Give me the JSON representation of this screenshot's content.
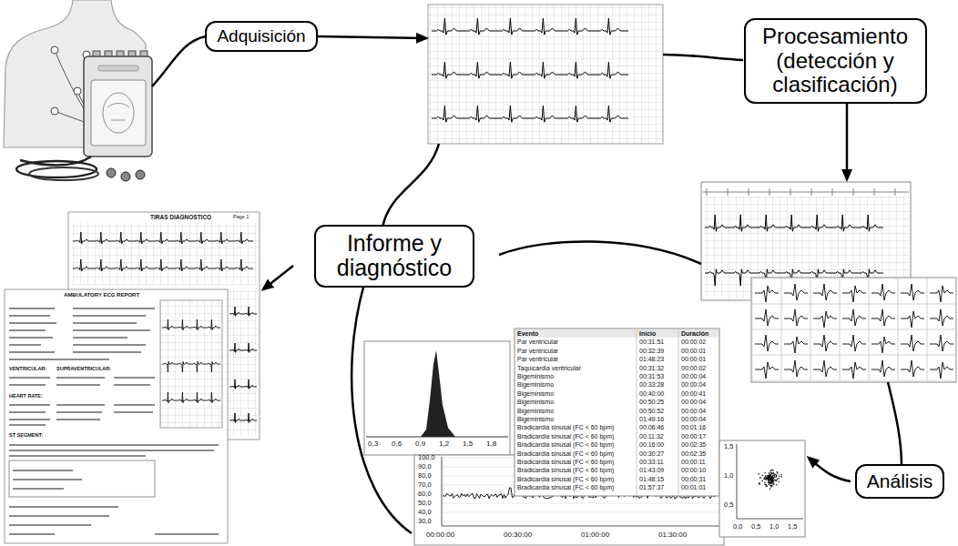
{
  "diagram": {
    "nodes": [
      {
        "text": [
          "Adquisición"
        ]
      },
      {
        "text": [
          "Procesamiento (detección y clasificación)"
        ]
      },
      {
        "text": [
          "Informe y diagnóstico"
        ]
      },
      {
        "text": [
          "Análisis"
        ]
      }
    ],
    "labels": [
      "TIRAS DIAGNOSTICO",
      "Page 1",
      "AMBULATORY ECG REPORT",
      "VENTRICULAR:",
      "SUPRAVENTRICULAR:",
      "HEART RATE:",
      "ST SEGMENT:",
      "0,3",
      "0,6",
      "0,9",
      "1,2",
      "1,5",
      "1,8",
      "Evento",
      "Inicio",
      "Duración",
      "Par ventricular",
      "00:31:51",
      "00:00:02",
      "Par ventricular",
      "00:32:39",
      "00:00:01",
      "Par ventricular",
      "01:48:23",
      "00:00:01",
      "Taquicardia ventricular",
      "00:31:32",
      "00:00:02",
      "Bigeminismo",
      "00:31:53",
      "00:00:04",
      "Bigeminismo",
      "00:33:28",
      "00:00:04",
      "Bigeminismo",
      "00:40:00",
      "00:00:41",
      "Bigeminismo",
      "00:50:25",
      "00:00:04",
      "Bigeminismo",
      "00:50:52",
      "00:00:04",
      "Bigeminismo",
      "01:49:16",
      "00:00:04",
      "Bradicardia sinusal (FC < 60 bpm)",
      "00:06:46",
      "00:01:16",
      "Bradicardia sinusal (FC < 60 bpm)",
      "00:11:32",
      "00:00:17",
      "Bradicardia sinusal (FC < 60 bpm)",
      "00:16:00",
      "00:02:35",
      "Bradicardia sinusal (FC < 60 bpm)",
      "00:30:27",
      "00:02:35",
      "Bradicardia sinusal (FC < 60 bpm)",
      "00:33:11",
      "00:00:11",
      "Bradicardia sinusal (FC < 60 bpm)",
      "01:43:09",
      "00:00:10",
      "Bradicardia sinusal (FC < 60 bpm)",
      "01:48:15",
      "00:00:31",
      "Bradicardia sinusal (FC < 60 bpm)",
      "01:57:37",
      "00:01:01",
      "100,0",
      "90,0",
      "80,0",
      "70,0",
      "60,0",
      "50,0",
      "40,0",
      "30,0",
      "00:00:00",
      "00:30:00",
      "01:00:00",
      "01:30:00",
      "1,5",
      "1,0",
      "0,5",
      "0,0",
      "0,5",
      "1,0",
      "1,5"
    ]
  }
}
